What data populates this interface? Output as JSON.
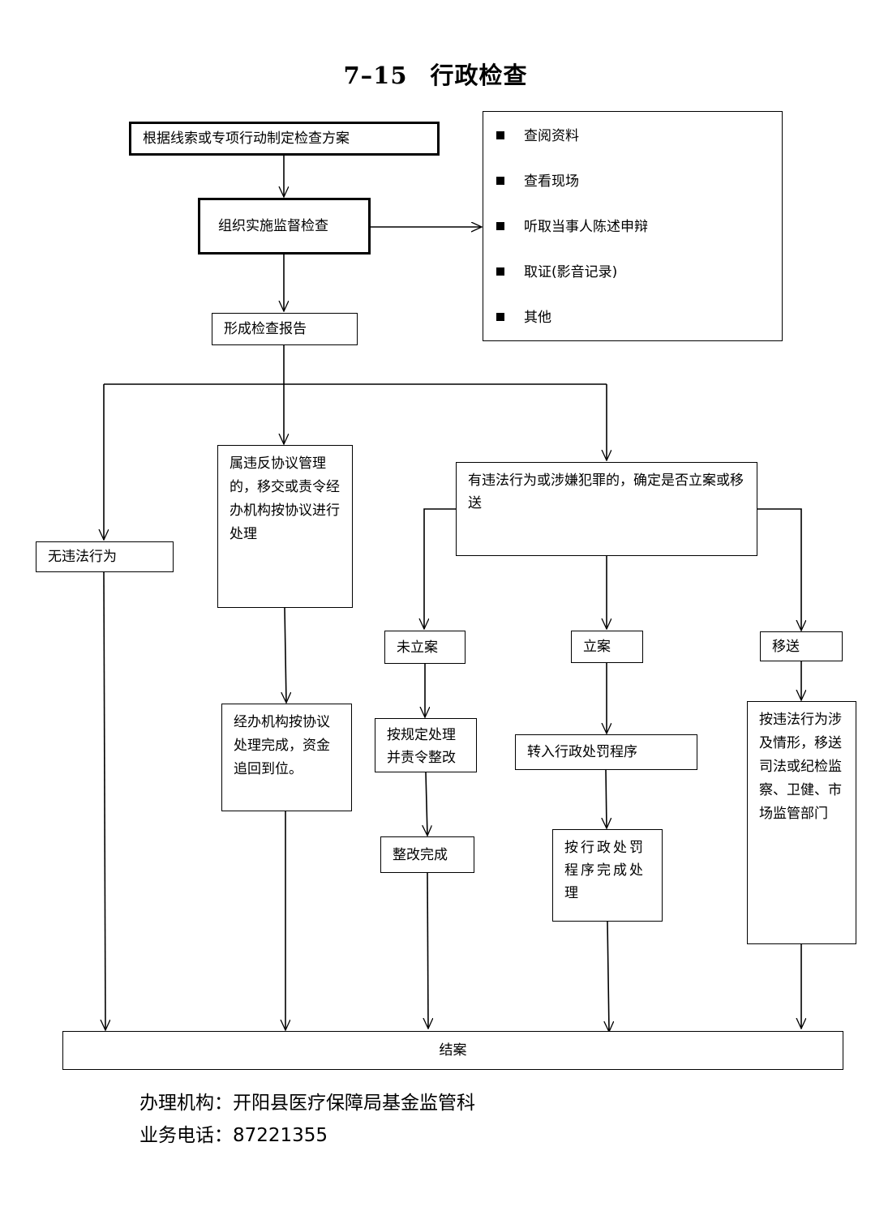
{
  "title": {
    "number": "7–15",
    "text": "行政检查"
  },
  "nodes": {
    "plan": "根据线索或专项行动制定检查方案",
    "implement": "组织实施监督检查",
    "report": "形成检查报告",
    "no_violation": "无违法行为",
    "agreement_violation": "属违反协议管理的，移交或责令经办机构按协议进行处理",
    "agreement_done": "经办机构按协议处理完成，资金追回到位。",
    "illegal_decide": "有违法行为或涉嫌犯罪的，确定是否立案或移送",
    "not_filed": "未立案",
    "rectify_order": "按规定处理并责令整改",
    "rectify_done": "整改完成",
    "filed": "立案",
    "penalty_procedure": "转入行政处罚程序",
    "penalty_done": "按行政处罚程序完成处理",
    "transfer": "移送",
    "transfer_detail": "按违法行为涉及情形，移送司法或纪检监察、卫健、市场监管部门",
    "close": "结案"
  },
  "methods": [
    "查阅资料",
    "查看现场",
    "听取当事人陈述申辩",
    "取证(影音记录)",
    "其他"
  ],
  "footer": {
    "agency_label": "办理机构：",
    "agency": "开阳县医疗保障局基金监管科",
    "phone_label": "业务电话：",
    "phone": "87221355"
  }
}
